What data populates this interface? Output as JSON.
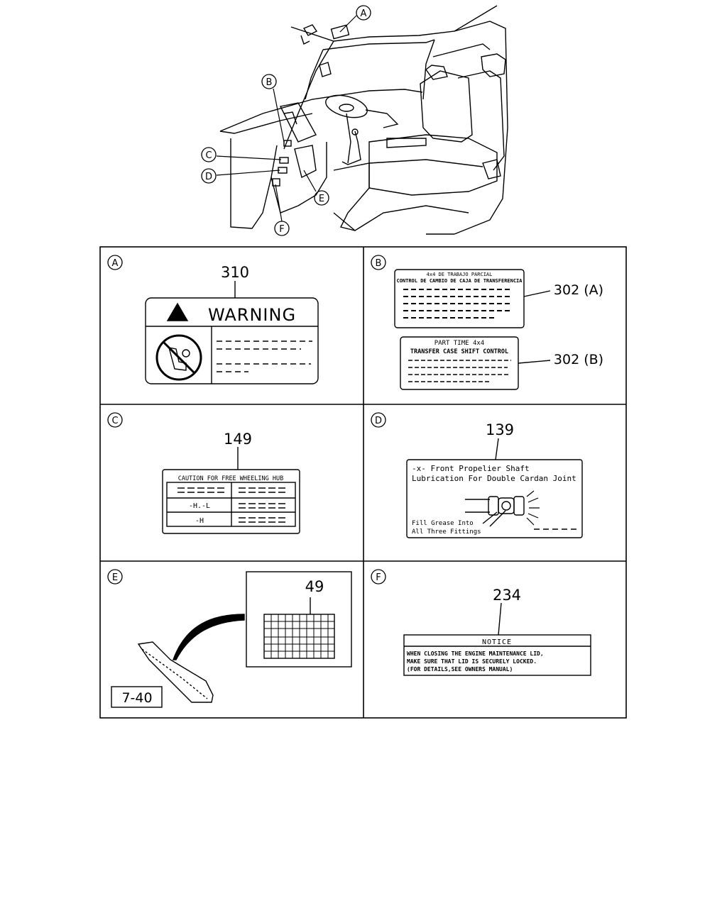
{
  "callouts": {
    "A": "A",
    "B": "B",
    "C": "C",
    "D": "D",
    "E": "E",
    "F": "F"
  },
  "panels": {
    "a": {
      "letter": "A",
      "part_number": "310",
      "label_title": "WARNING",
      "icon": "no-child-seat-airbag-icon"
    },
    "b": {
      "letter": "B",
      "part_number_a": "302 (A)",
      "part_number_b": "302 (B)",
      "label_a_line1": "4x4 DE TRABAJO PARCIAL",
      "label_a_line2": "CONTROL DE CAMBIO DE CAJA DE TRANSFERENCIA",
      "label_b_line1": "PART TIME 4x4",
      "label_b_line2": "TRANSFER CASE SHIFT CONTROL"
    },
    "c": {
      "letter": "C",
      "part_number": "149",
      "label_title": "CAUTION FOR FREE WHEELING HUB",
      "row1": "-H.-L",
      "row2": "-H"
    },
    "d": {
      "letter": "D",
      "part_number": "139",
      "line1": "-x- Front Propelier Shaft",
      "line2": "Lubrication For Double Cardan Joint",
      "line3": "Fill Grease Into",
      "line4": "All Three Fittings"
    },
    "e": {
      "letter": "E",
      "part_number": "49",
      "ref": "7-40"
    },
    "f": {
      "letter": "F",
      "part_number": "234",
      "label_title": "NOTICE",
      "line1": "WHEN CLOSING THE ENGINE MAINTENANCE LID,",
      "line2": "MAKE SURE THAT LID IS SECURELY LOCKED.",
      "line3": "(FOR DETAILS,SEE OWNERS MANUAL)"
    }
  }
}
